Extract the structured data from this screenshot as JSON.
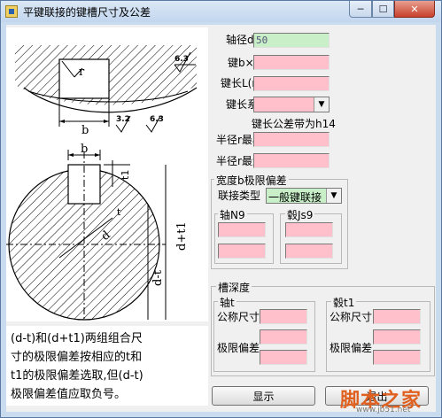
{
  "window": {
    "title": "平键联接的键槽尺寸及公差"
  },
  "titlebar_buttons": {
    "minimize": "─",
    "maximize": "☐",
    "close": "✕"
  },
  "drawing": {
    "labels": {
      "r": "r",
      "b_top": "b",
      "roughness_1": "6.3",
      "roughness_2": "3.2",
      "roughness_3": "6.3",
      "b_mid": "b",
      "t1": "t1",
      "t": "t",
      "d": "d",
      "d_t": "d-t",
      "d_t1": "d+t1"
    }
  },
  "note": [
    "(d-t)和(d+t1)两组组合尺",
    "寸的极限偏差按相应的t和",
    "t1的极限偏差选取,但(d-t)",
    "极限偏差值应取负号。"
  ],
  "fields": {
    "shaft_dia": {
      "label": "轴径d(mm)",
      "value": "50"
    },
    "key_bxh": {
      "label": "键b×h",
      "value": ""
    },
    "key_len": {
      "label": "键长L(mm)",
      "value": ""
    },
    "key_series": {
      "label": "键长系列",
      "value": ""
    },
    "tol_band": {
      "label": "键长公差带为h14"
    },
    "r_min": {
      "label": "半径r最小",
      "value": ""
    },
    "r_max": {
      "label": "半径r最大",
      "value": ""
    }
  },
  "width_group": {
    "title": "宽度b极限偏差",
    "conn_label": "联接类型",
    "conn_value": "一般键联接",
    "shaft_title": "轴N9",
    "hub_title": "毂Js9"
  },
  "depth_group": {
    "title": "槽深度",
    "shaft_title": "轴t",
    "hub_title": "毂t1",
    "nominal_label": "公称尺寸",
    "limit_label": "极限偏差"
  },
  "buttons": {
    "show": "显示",
    "exit": "退出"
  },
  "watermark": {
    "text": "脚本之家",
    "url": "www.jb51.net"
  }
}
